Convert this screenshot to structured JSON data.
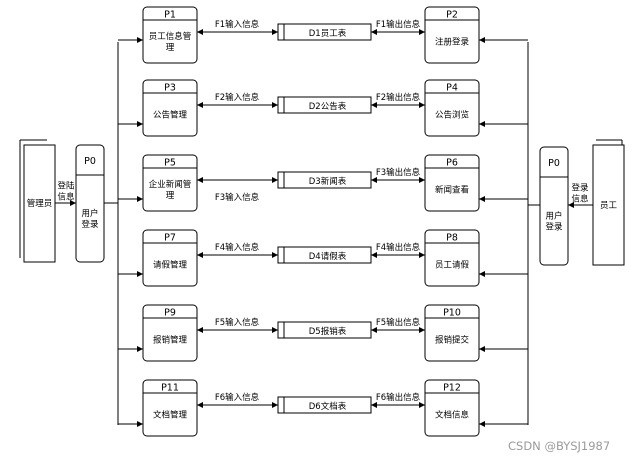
{
  "diagram": {
    "left_entity": {
      "name": "管理员"
    },
    "right_entity": {
      "name": "员工"
    },
    "left_login": {
      "id": "P0",
      "label": "用户\n登录",
      "flow": "登陆\n信息"
    },
    "right_login": {
      "id": "P0",
      "label": "用户\n登录",
      "flow": "登录\n信息"
    },
    "rows": [
      {
        "left": {
          "id": "P1",
          "label": "员工信息管\n理"
        },
        "in_flow": "F1输入信息",
        "store": "D1员工表",
        "out_flow": "F1输出信息",
        "right": {
          "id": "P2",
          "label": "注册登录"
        }
      },
      {
        "left": {
          "id": "P3",
          "label": "公告管理"
        },
        "in_flow": "F2输入信息",
        "store": "D2公告表",
        "out_flow": "F2输出信息",
        "right": {
          "id": "P4",
          "label": "公告浏览"
        }
      },
      {
        "left": {
          "id": "P5",
          "label": "企业新闻管\n理"
        },
        "in_flow": "F3输入信息",
        "store": "D3新闻表",
        "out_flow": "F3输出信息",
        "right": {
          "id": "P6",
          "label": "新闻查看"
        }
      },
      {
        "left": {
          "id": "P7",
          "label": "请假管理"
        },
        "in_flow": "F4输入信息",
        "store": "D4请假表",
        "out_flow": "F4输出信息",
        "right": {
          "id": "P8",
          "label": "员工请假"
        }
      },
      {
        "left": {
          "id": "P9",
          "label": "报销管理"
        },
        "in_flow": "F5输入信息",
        "store": "D5报销表",
        "out_flow": "F5输出信息",
        "right": {
          "id": "P10",
          "label": "报销提交"
        }
      },
      {
        "left": {
          "id": "P11",
          "label": "文档管理"
        },
        "in_flow": "F6输入信息",
        "store": "D6文档表",
        "out_flow": "F6输出信息",
        "right": {
          "id": "P12",
          "label": "文档信息"
        }
      }
    ]
  },
  "watermark": "CSDN @BYSJ1987"
}
